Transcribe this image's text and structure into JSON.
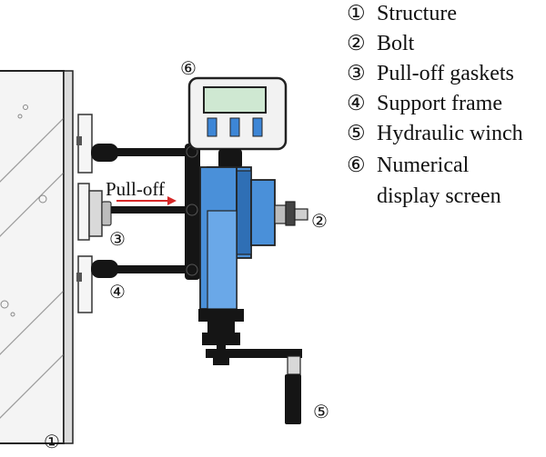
{
  "legend": [
    {
      "num": "①",
      "text": "Structure"
    },
    {
      "num": "②",
      "text": "Bolt"
    },
    {
      "num": "③",
      "text": "Pull-off gaskets"
    },
    {
      "num": "④",
      "text": "Support frame"
    },
    {
      "num": "⑤",
      "text": "Hydraulic winch"
    },
    {
      "num": "⑥",
      "text": "Numerical",
      "text2": "display screen"
    }
  ],
  "callouts": {
    "structure": "①",
    "bolt": "②",
    "gaskets": "③",
    "frame": "④",
    "winch": "⑤",
    "display": "⑥"
  },
  "arrow_label": "Pull-off",
  "colors": {
    "winch_blue": "#4a90d9",
    "winch_blue_dark": "#2f6fb5",
    "frame_black": "#151515",
    "gasket_gray": "#d9d9d9",
    "arrow_red": "#d62828"
  }
}
